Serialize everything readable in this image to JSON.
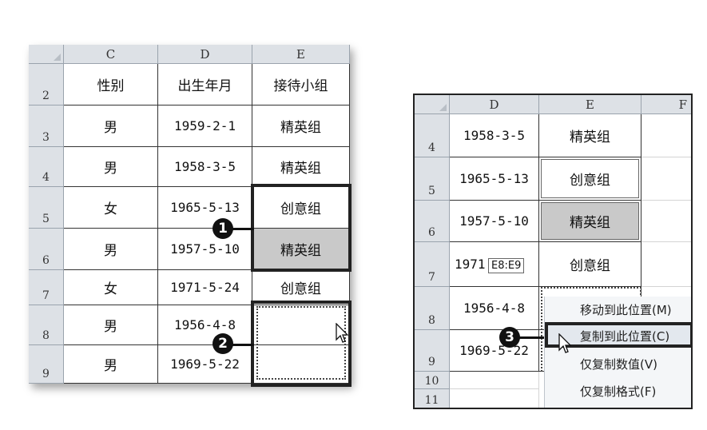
{
  "left_sheet": {
    "columns": [
      "C",
      "D",
      "E"
    ],
    "rows": [
      {
        "num": "2",
        "c": "性别",
        "d": "出生年月",
        "e": "接待小组"
      },
      {
        "num": "3",
        "c": "男",
        "d": "1959-2-1",
        "e": "精英组"
      },
      {
        "num": "4",
        "c": "男",
        "d": "1958-3-5",
        "e": "精英组"
      },
      {
        "num": "5",
        "c": "女",
        "d": "1965-5-13",
        "e": "创意组"
      },
      {
        "num": "6",
        "c": "男",
        "d": "1957-5-10",
        "e": "精英组"
      },
      {
        "num": "7",
        "c": "女",
        "d": "1971-5-24",
        "e": "创意组"
      },
      {
        "num": "8",
        "c": "男",
        "d": "1956-4-8",
        "e": ""
      },
      {
        "num": "9",
        "c": "男",
        "d": "1969-5-22",
        "e": ""
      }
    ]
  },
  "right_sheet": {
    "columns": [
      "D",
      "E",
      "F"
    ],
    "rows": [
      {
        "num": "4",
        "d": "1958-3-5",
        "e": "精英组"
      },
      {
        "num": "5",
        "d": "1965-5-13",
        "e": "创意组"
      },
      {
        "num": "6",
        "d": "1957-5-10",
        "e": "精英组"
      },
      {
        "num": "7",
        "d": "1971",
        "e": "创意组"
      },
      {
        "num": "8",
        "d": "1956-4-8",
        "e": ""
      },
      {
        "num": "9",
        "d": "1969-5-22",
        "e": ""
      },
      {
        "num": "10",
        "d": "",
        "e": ""
      },
      {
        "num": "11",
        "d": "",
        "e": ""
      }
    ],
    "range_tooltip": "E8:E9"
  },
  "context_menu": {
    "items": [
      "移动到此位置(M)",
      "复制到此位置(C)",
      "仅复制数值(V)",
      "仅复制格式(F)"
    ]
  },
  "callouts": [
    "1",
    "2",
    "3"
  ],
  "icons": {
    "cursor": "arrow-cursor-icon",
    "corner": "select-all-icon"
  }
}
